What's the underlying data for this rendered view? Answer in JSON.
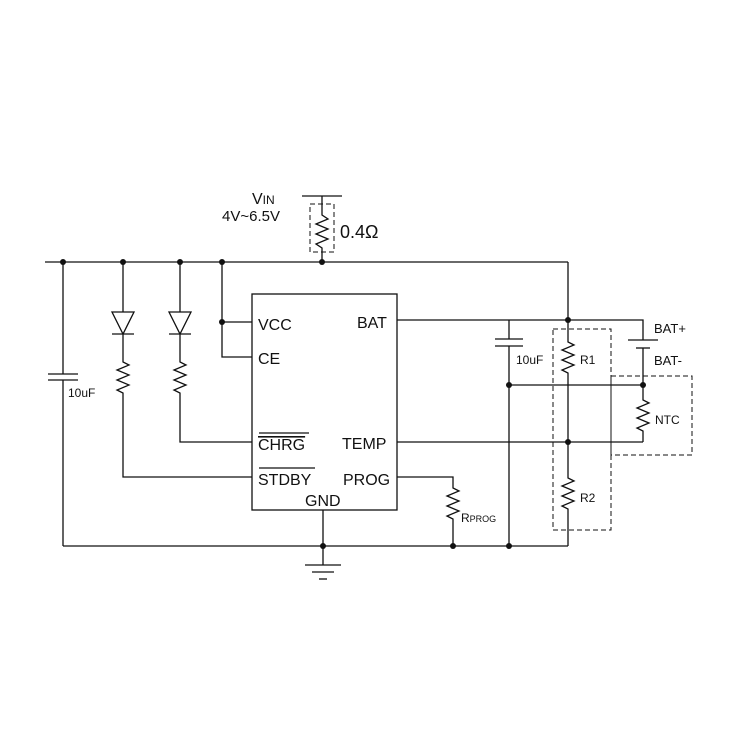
{
  "vin": {
    "symbol": "V",
    "subscript": "IN",
    "range": "4V~6.5V",
    "series_resistor": "0.4Ω"
  },
  "ic": {
    "pins": {
      "vcc": "VCC",
      "ce": "CE",
      "chrg": "CHRG",
      "stdby": "STDBY",
      "bat": "BAT",
      "temp": "TEMP",
      "prog": "PROG",
      "gnd": "GND"
    }
  },
  "components": {
    "input_cap": "10uF",
    "output_cap": "10uF",
    "r1": "R1",
    "r2": "R2",
    "ntc": "NTC",
    "rprog_symbol": "R",
    "rprog_subscript": "PROG",
    "bat_plus": "BAT+",
    "bat_minus": "BAT-"
  },
  "colors": {
    "wire": "#111111",
    "background": "#ffffff"
  }
}
